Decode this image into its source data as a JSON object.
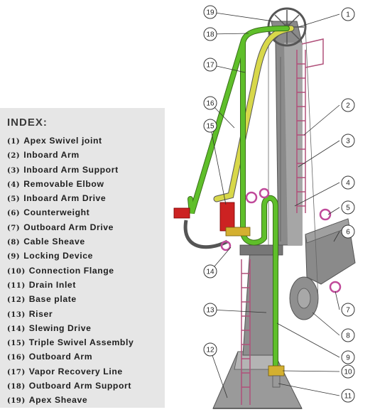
{
  "index": {
    "title": "INDEX:",
    "items": [
      {
        "num": "(1)",
        "label": "Apex Swivel joint"
      },
      {
        "num": "(2)",
        "label": "Inboard Arm"
      },
      {
        "num": "(3)",
        "label": "Inboard Arm Support"
      },
      {
        "num": "(4)",
        "label": "Removable Elbow"
      },
      {
        "num": "(5)",
        "label": "Inboard Arm Drive"
      },
      {
        "num": "(6)",
        "label": "Counterweight"
      },
      {
        "num": "(7)",
        "label": "Outboard Arm Drive"
      },
      {
        "num": "(8)",
        "label": "Cable Sheave"
      },
      {
        "num": "(9)",
        "label": "Locking Device"
      },
      {
        "num": "(10)",
        "label": "Connection Flange"
      },
      {
        "num": "(11)",
        "label": "Drain Inlet"
      },
      {
        "num": "(12)",
        "label": "Base plate"
      },
      {
        "num": "(13)",
        "label": "Riser"
      },
      {
        "num": "(14)",
        "label": "Slewing Drive"
      },
      {
        "num": "(15)",
        "label": "Triple Swivel Assembly"
      },
      {
        "num": "(16)",
        "label": "Outboard Arm"
      },
      {
        "num": "(17)",
        "label": "Vapor Recovery Line"
      },
      {
        "num": "(18)",
        "label": "Outboard Arm Support"
      },
      {
        "num": "(19)",
        "label": "Apex Sheave"
      }
    ]
  },
  "callouts": [
    "1",
    "2",
    "3",
    "4",
    "5",
    "6",
    "7",
    "8",
    "9",
    "10",
    "11",
    "12",
    "13",
    "14",
    "15",
    "16",
    "17",
    "18",
    "19"
  ],
  "colors": {
    "structure": "#8c8c8c",
    "outboard_arm": "#5fbf2a",
    "vapor_line": "#d8d84a",
    "ladder": "#b0507a",
    "valve": "#cc2222",
    "handwheel": "#c04a9a"
  }
}
